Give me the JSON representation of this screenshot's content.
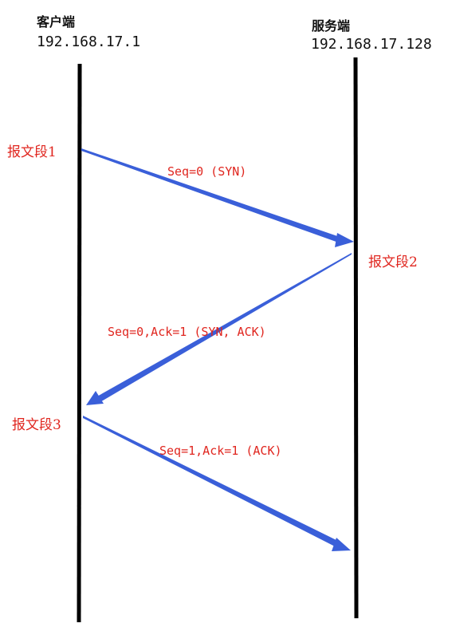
{
  "client": {
    "title": "客户端",
    "ip": "192.168.17.1"
  },
  "server": {
    "title": "服务端",
    "ip": "192.168.17.128"
  },
  "segments": [
    {
      "label": "报文段1"
    },
    {
      "label": "报文段2"
    },
    {
      "label": "报文段3"
    }
  ],
  "messages": [
    {
      "label": "Seq=0 (SYN)"
    },
    {
      "label": "Seq=0,Ack=1 (SYN, ACK)"
    },
    {
      "label": "Seq=1,Ack=1 (ACK)"
    }
  ],
  "colors": {
    "lifeline": "#000000",
    "arrow": "#3a5fd9",
    "label": "#e0261f"
  }
}
